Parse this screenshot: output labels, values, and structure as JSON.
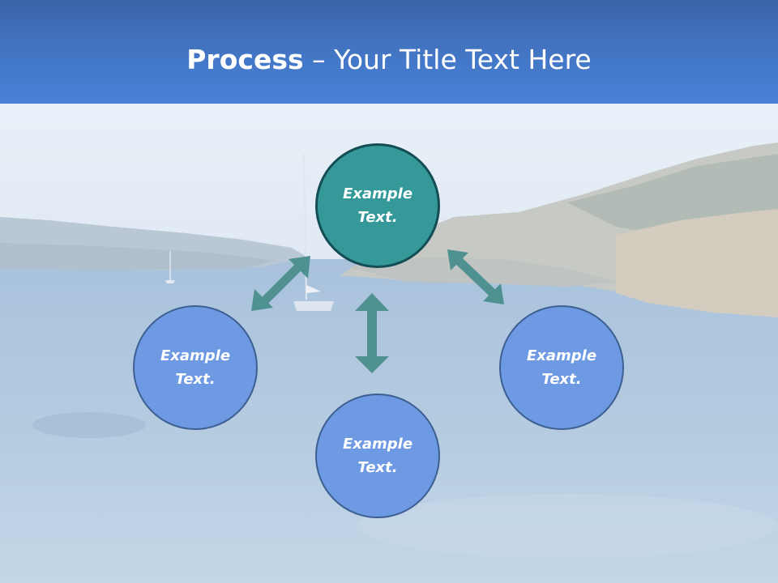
{
  "header": {
    "title_bold": "Process",
    "title_rest": " – Your Title Text Here"
  },
  "diagram": {
    "nodes": [
      {
        "id": "top",
        "label_line1": "Example",
        "label_line2": "Text."
      },
      {
        "id": "left",
        "label_line1": "Example",
        "label_line2": "Text."
      },
      {
        "id": "right",
        "label_line1": "Example",
        "label_line2": "Text."
      },
      {
        "id": "bottom",
        "label_line1": "Example",
        "label_line2": "Text."
      }
    ]
  },
  "colors": {
    "header": "#4478c8",
    "teal_node": "#35999a",
    "blue_node": "#6d9ae3",
    "arrow": "#4f9191"
  }
}
